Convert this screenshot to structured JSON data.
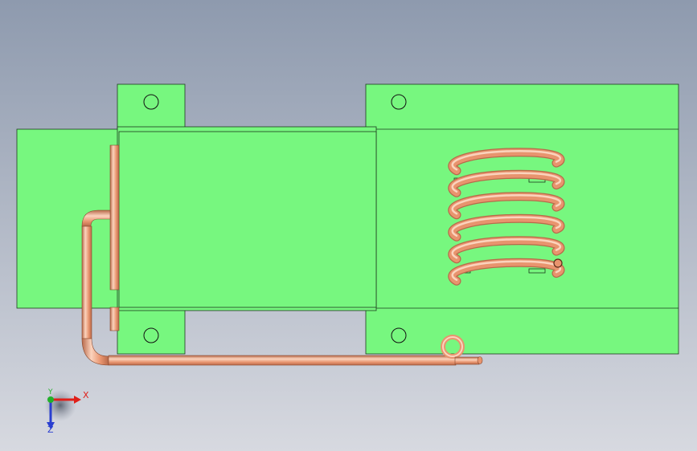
{
  "viewport": {
    "background_top": "#8e9aae",
    "background_bottom": "#d7d9e0"
  },
  "model": {
    "body_color": "#77f77f",
    "body_edge_color": "#1d3a1f",
    "copper_color": "#e8946e",
    "copper_highlight": "#fbd3bd",
    "copper_shadow": "#b8694a",
    "coil_turns": 6
  },
  "triad": {
    "x_label": "X",
    "y_label": "Y",
    "z_label": "Z",
    "x_color": "#e0201a",
    "y_color": "#22b02a",
    "z_color": "#2a3fd0"
  }
}
